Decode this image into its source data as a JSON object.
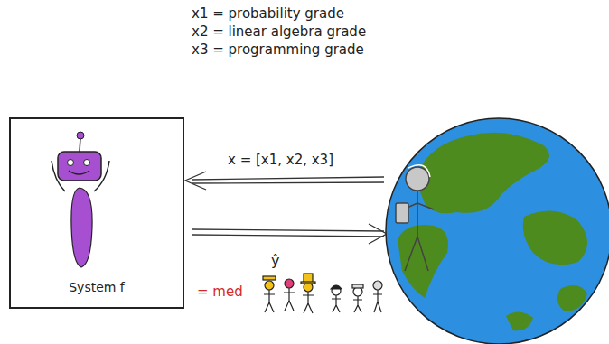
{
  "diagram": {
    "nodes": [
      {
        "text": [
          "System f"
        ]
      }
    ],
    "labels": [
      "x1 = probability grade",
      "x2 = linear algebra grade",
      "x3 = programming grade",
      "x = [x1, x2, x3]",
      "ŷ",
      "= med"
    ]
  }
}
